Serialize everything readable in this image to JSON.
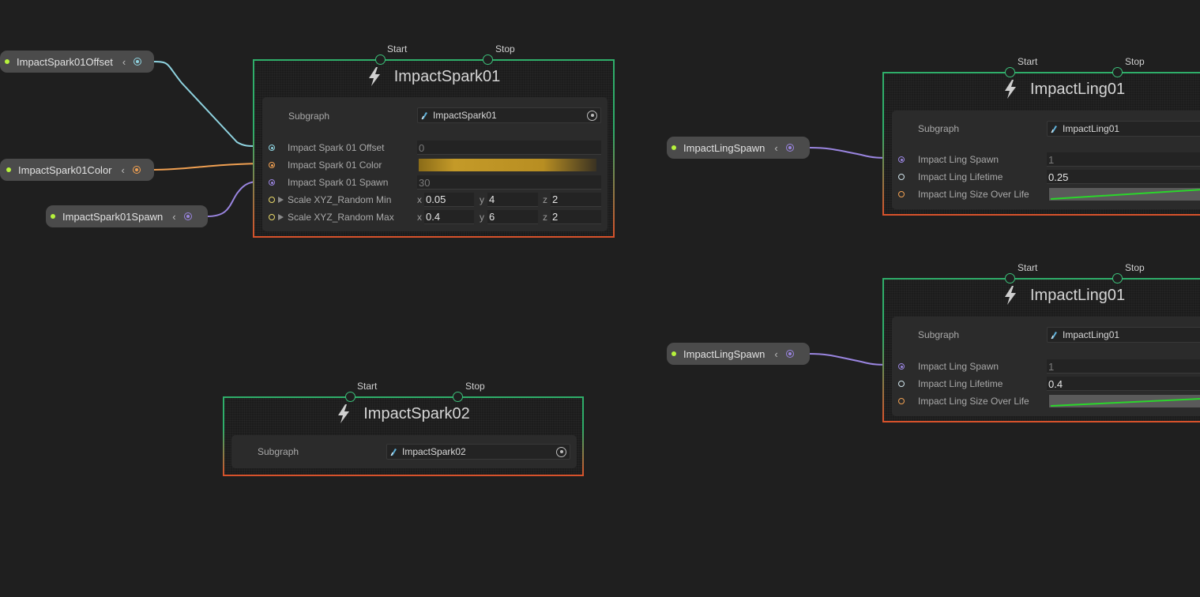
{
  "pills": {
    "p1": {
      "label": "ImpactSpark01Offset",
      "port_color": "#8fd3e0"
    },
    "p2": {
      "label": "ImpactSpark01Color",
      "port_color": "#f0a052"
    },
    "p3": {
      "label": "ImpactSpark01Spawn",
      "port_color": "#9a85e0"
    },
    "p4": {
      "label": "ImpactLingSpawn",
      "port_color": "#9a85e0"
    },
    "p5": {
      "label": "ImpactLingSpawn",
      "port_color": "#9a85e0"
    }
  },
  "chevron_icon": "chevron-left",
  "colors": {
    "flow_green": "#2fae6a",
    "border_orange": "#d8522b",
    "pill_dot": "#b6f23c",
    "wire_blue": "#8fd3e0",
    "wire_orange": "#f0a052",
    "wire_purple": "#9a85e0"
  },
  "systems": {
    "spark01": {
      "title": "ImpactSpark01",
      "start": "Start",
      "stop": "Stop",
      "subgraph_label": "Subgraph",
      "subgraph_value": "ImpactSpark01",
      "rows": [
        {
          "name": "Impact Spark 01 Offset",
          "value": "0"
        },
        {
          "name": "Impact Spark 01 Color",
          "value": ""
        },
        {
          "name": "Impact Spark 01 Spawn",
          "value": "30"
        }
      ],
      "vec_rows": [
        {
          "name": "Scale XYZ_Random Min",
          "x": "0.05",
          "y": "4",
          "z": "2"
        },
        {
          "name": "Scale XYZ_Random Max",
          "x": "0.4",
          "y": "6",
          "z": "2"
        }
      ],
      "axis": {
        "x": "x",
        "y": "y",
        "z": "z"
      }
    },
    "spark02": {
      "title": "ImpactSpark02",
      "start": "Start",
      "stop": "Stop",
      "subgraph_label": "Subgraph",
      "subgraph_value": "ImpactSpark02"
    },
    "ling01a": {
      "title": "ImpactLing01",
      "start": "Start",
      "stop": "Stop",
      "subgraph_label": "Subgraph",
      "subgraph_value": "ImpactLing01",
      "rows": [
        {
          "name": "Impact Ling Spawn",
          "value": "1"
        },
        {
          "name": "Impact Ling Lifetime",
          "value": "0.25"
        },
        {
          "name": "Impact Ling Size Over Life",
          "value": ""
        }
      ]
    },
    "ling01b": {
      "title": "ImpactLing01",
      "start": "Start",
      "stop": "Stop",
      "subgraph_label": "Subgraph",
      "subgraph_value": "ImpactLing01",
      "rows": [
        {
          "name": "Impact Ling Spawn",
          "value": "1"
        },
        {
          "name": "Impact Ling Lifetime",
          "value": "0.4"
        },
        {
          "name": "Impact Ling Size Over Life",
          "value": ""
        }
      ]
    }
  }
}
